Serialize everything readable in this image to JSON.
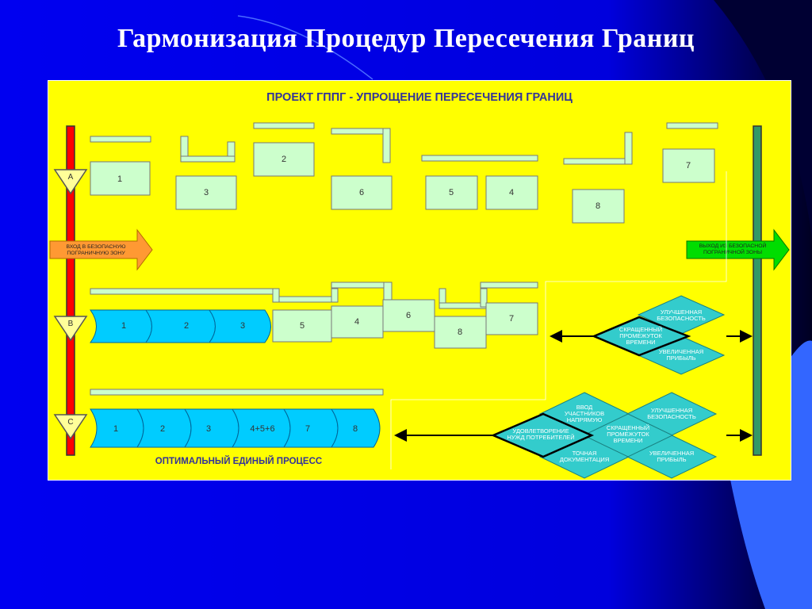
{
  "title": "Гармонизация Процедур Пересечения Границ",
  "panel": {
    "heading": "ПРОЕКТ ГППГ - УПРОЩЕНИЕ ПЕРЕСЕЧЕНИЯ ГРАНИЦ",
    "footer": "ОПТИМАЛЬНЫЙ ЕДИНЫЙ ПРОЦЕСС",
    "entry_arrow": [
      "ВХОД В БЕЗОПАСНУЮ",
      "ПОГРАНИЧНУЮ ЗОНУ"
    ],
    "exit_arrow": [
      "ВЫХОД ИЗ БЕЗОПАСНОЙ",
      "ПОГРАНИЧНОЙ ЗОНЫ"
    ],
    "row_markers": [
      "A",
      "B",
      "C"
    ],
    "row_a_boxes": [
      "1",
      "2",
      "3",
      "6",
      "5",
      "4",
      "8",
      "7"
    ],
    "row_b_chain": [
      "1",
      "2",
      "3"
    ],
    "row_b_boxes": [
      "5",
      "4",
      "6",
      "8",
      "7"
    ],
    "row_c_chain": [
      "1",
      "2",
      "3",
      "4+5+6",
      "7",
      "8"
    ],
    "row_b_diamonds": {
      "center": [
        "СКРАЩЕННЫЙ",
        "ПРОМЕЖУТОК",
        "ВРЕМЕНИ"
      ],
      "top": [
        "УЛУЧШЕННАЯ",
        "БЕЗОПАСНОСТЬ"
      ],
      "bottom": [
        "УВЕЛИЧЕННАЯ",
        "ПРИБЫЛЬ"
      ]
    },
    "row_c_diamonds": {
      "center": [
        "УДОВЛЕТВОРЕНИЕ",
        "НУЖД ПОТРЕБИТЕЛЕЙ"
      ],
      "top": [
        "ВВОД",
        "УЧАСТНИКОВ",
        "НАПРЯМУЮ"
      ],
      "bottom": [
        "ТОЧНАЯ",
        "ДОКУМЕНТАЦИЯ"
      ],
      "mid": [
        "СКРАЩЕННЫЙ",
        "ПРОМЕЖУТОК",
        "ВРЕМЕНИ"
      ],
      "right_top": [
        "УЛУЧШЕННАЯ",
        "БЕЗОПАСНОСТЬ"
      ],
      "right_bottom": [
        "УВЕЛИЧЕННАЯ",
        "ПРИБЫЛЬ"
      ]
    }
  },
  "colors": {
    "background": "#0000ee",
    "panel": "#ffff00",
    "box_fill": "#ccffcc",
    "chain_fill": "#00ccff",
    "diamond_fill": "#33cccc",
    "left_bar": "#ff0000",
    "right_bar": "#339966",
    "entry_arrow": "#ff9933",
    "exit_arrow": "#00dd00",
    "marker": "#ffff99"
  }
}
